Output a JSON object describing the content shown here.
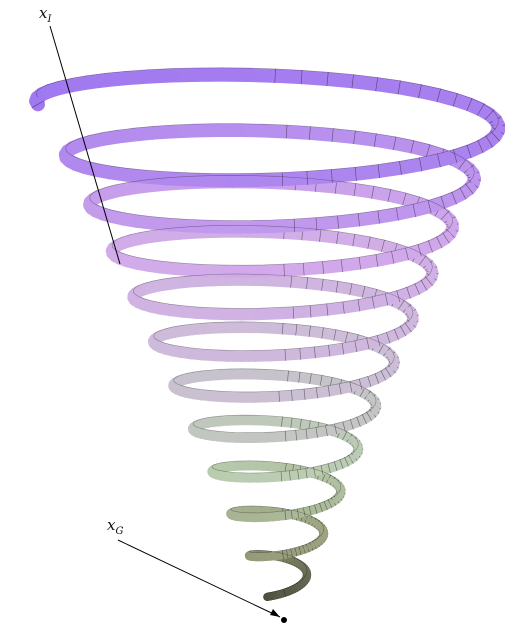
{
  "labels": {
    "initial": {
      "main": "x",
      "sub": "I"
    },
    "goal": {
      "main": "x",
      "sub": "G"
    }
  },
  "colors": {
    "top": "#8f86f0",
    "mid": "#e7bfe8",
    "low": "#b9cfae",
    "bottom": "#5e5e4a",
    "grid": "#1a1a1a"
  }
}
